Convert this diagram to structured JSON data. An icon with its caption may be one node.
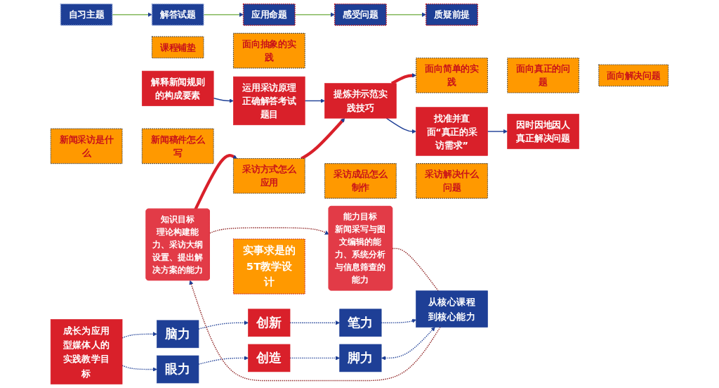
{
  "diagram": {
    "nodes": [
      {
        "text": [
          "成长为应用型媒体人的实践教学目标"
        ]
      },
      {
        "text": [
          "脑力"
        ]
      },
      {
        "text": [
          "自习主题"
        ]
      },
      {
        "text": [
          "解答试题"
        ]
      },
      {
        "text": [
          "应用命题"
        ]
      },
      {
        "text": [
          "感受问题"
        ]
      },
      {
        "text": [
          "质疑前提"
        ]
      },
      {
        "text": [
          "眼力"
        ]
      },
      {
        "text": [
          "课程铺垫"
        ]
      },
      {
        "text": [
          "面向抽象的实践"
        ]
      },
      {
        "text": [
          "面向简单的实践"
        ]
      },
      {
        "text": [
          "面向真正的问题"
        ]
      },
      {
        "text": [
          "面向解决问题"
        ]
      },
      {
        "text": [
          "创新"
        ]
      },
      {
        "text": [
          "解释新闻规则的构成要素"
        ]
      },
      {
        "text": [
          "运用采访原理正确解答考试题目"
        ]
      },
      {
        "text": [
          "提炼并示范实践技巧"
        ]
      },
      {
        "text": [
          "找准并直面“真正的采访需求”"
        ]
      },
      {
        "text": [
          "因时因地因人真正解决问题"
        ]
      },
      {
        "text": [
          "创造"
        ]
      },
      {
        "text": [
          "新闻采访是什么"
        ]
      },
      {
        "text": [
          "新闻稿件怎么写"
        ]
      },
      {
        "text": [
          "采访方式怎么应用"
        ]
      },
      {
        "text": [
          "采访成品怎么制作"
        ]
      },
      {
        "text": [
          "采访解决什么问题"
        ]
      },
      {
        "text": [
          "笔力"
        ]
      },
      {
        "text": [
          "知识目标",
          "理论构建能力、采访大纲设置、提出解决方案的能力"
        ]
      },
      {
        "text": [
          "实事求是的5T教学设计"
        ]
      },
      {
        "text": [
          "能力目标",
          "新闻采写与图文编辑的能力、系统分析与信息筛查的能力"
        ]
      },
      {
        "text": [
          "脚力"
        ]
      },
      {
        "text": [
          "从核心课程到核心能力"
        ]
      }
    ],
    "edges": [
      {
        "from": 0,
        "to": 1,
        "arrow": "to",
        "style": "dashed"
      },
      {
        "from": 0,
        "to": 7,
        "arrow": "to",
        "style": "dashed"
      },
      {
        "from": 2,
        "to": 3,
        "arrow": "to",
        "color": "#6aaa3a"
      },
      {
        "from": 3,
        "to": 4,
        "arrow": "to",
        "color": "#6aaa3a"
      },
      {
        "from": 4,
        "to": 5,
        "arrow": "to",
        "color": "#6aaa3a"
      },
      {
        "from": 5,
        "to": 6,
        "arrow": "to",
        "color": "#6aaa3a"
      },
      {
        "from": 16,
        "to": 10,
        "arrow": "to",
        "style": "thick",
        "color": "#d9202a"
      },
      {
        "from": 1,
        "to": 13,
        "arrow": "to",
        "style": "dashed"
      },
      {
        "from": 7,
        "to": 19,
        "arrow": "to",
        "style": "dashed"
      },
      {
        "from": 14,
        "to": 15,
        "arrow": "to"
      },
      {
        "from": 15,
        "to": 16,
        "arrow": "to"
      },
      {
        "from": 16,
        "to": 17,
        "arrow": "to"
      },
      {
        "from": 17,
        "to": 18,
        "arrow": "to"
      },
      {
        "from": 22,
        "to": 16,
        "arrow": "to",
        "style": "thick",
        "color": "#d9202a"
      },
      {
        "from": 13,
        "to": 25,
        "arrow": "to",
        "style": "dashed"
      },
      {
        "from": 19,
        "to": 29,
        "arrow": "to",
        "style": "dashed"
      },
      {
        "from": 26,
        "to": 22,
        "arrow": "to",
        "style": "thick",
        "color": "#d9202a"
      },
      {
        "from": 26,
        "to": 28,
        "arrow": "to",
        "style": "dashed",
        "color": "#8b1c1c"
      },
      {
        "from": 28,
        "to": 30,
        "arrow": "none",
        "style": "dashed",
        "color": "#8b1c1c"
      },
      {
        "from": 30,
        "to": 26,
        "arrow": "to",
        "style": "dashed",
        "color": "#8b1c1c"
      },
      {
        "from": 25,
        "to": 30,
        "arrow": "to",
        "style": "dashed"
      },
      {
        "from": 29,
        "to": 30,
        "arrow": "both",
        "style": "dashed"
      }
    ]
  }
}
